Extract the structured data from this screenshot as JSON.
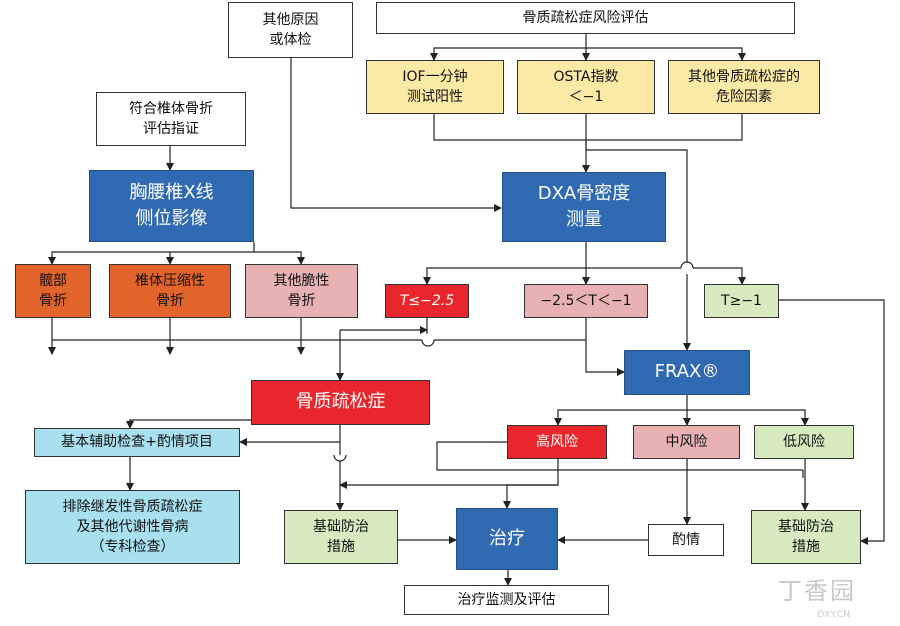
{
  "colors": {
    "blue": "#2f6ab3",
    "yellow": "#fbe9a6",
    "orange": "#e2642a",
    "pink": "#e8b2b2",
    "red": "#e8262b",
    "green": "#d7eac0",
    "cyan": "#a9e0ef",
    "line": "#222222"
  },
  "nodes": {
    "other_reasons": "其他原因\n或体检",
    "risk_eval": "骨质疏松症风险评估",
    "iof": "IOF一分钟\n测试阳性",
    "osta": "OSTA指数\n＜−1",
    "other_risk": "其他骨质疏松症的\n危险因素",
    "vertebral_indication": "符合椎体骨折\n评估指证",
    "spine_xray": "胸腰椎X线\n侧位影像",
    "dxa": "DXA骨密度\n测量",
    "hip_fracture": "髋部\n骨折",
    "vertebral_compression": "椎体压缩性\n骨折",
    "other_fragility": "其他脆性\n骨折",
    "t_low": "T≤−2.5",
    "t_mid": "−2.5＜T＜−1",
    "t_high": "T≥−1",
    "frax": "FRAX®",
    "osteoporosis": "骨质疏松症",
    "basic_exam": "基本辅助检查+酌情项目",
    "high_risk": "高风险",
    "mid_risk": "中风险",
    "low_risk": "低风险",
    "exclude_secondary": "排除继发性骨质疏松症\n及其他代谢性骨病\n（专科检查）",
    "basic_prevention_left": "基础防治\n措施",
    "treatment": "治疗",
    "discretion": "酌情",
    "basic_prevention_right": "基础防治\n措施",
    "monitoring": "治疗监测及评估"
  },
  "watermark": {
    "logo_text": "丁香园",
    "url": "DXY.CN"
  }
}
